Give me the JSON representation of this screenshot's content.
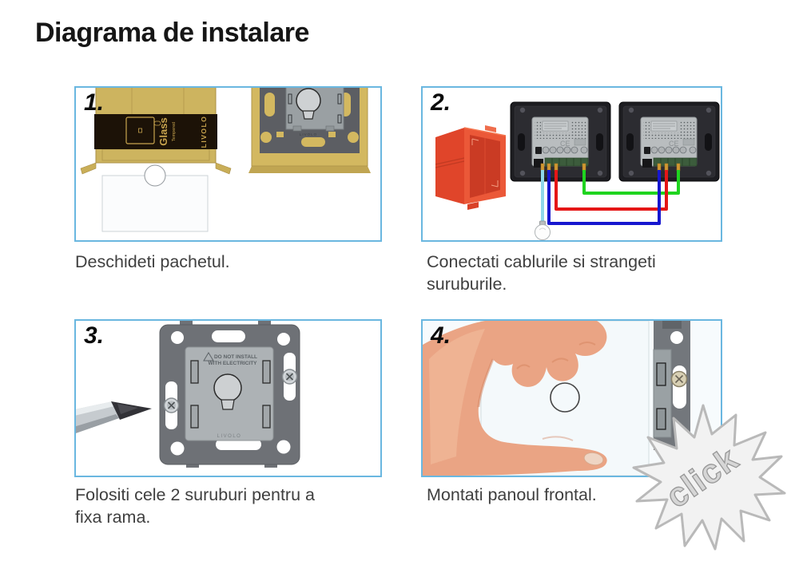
{
  "title": "Diagrama de instalare",
  "steps": [
    {
      "number": "1.",
      "caption": "Deschideti pachetul."
    },
    {
      "number": "2.",
      "caption": "Conectati cablurile si strangeti suruburile."
    },
    {
      "number": "3.",
      "caption": "Folositi cele 2 suruburi pentru a fixa rama."
    },
    {
      "number": "4.",
      "caption": "Montati panoul frontal."
    }
  ],
  "click_label": "click",
  "branding": {
    "band_line_small": "Tempered",
    "band_line_big": "Glass",
    "brand": "LIVOLO",
    "ce_mark": "CE"
  },
  "panel3_text": {
    "warning_line1": "DO NOT INSTALL",
    "warning_line2": "WITH ELECTRICITY",
    "brand": "LIVOLO"
  },
  "colors": {
    "panel_border": "#6ab7e0",
    "wire_cyan": "#8ed7ea",
    "wire_blue": "#1717cf",
    "wire_red": "#e51616",
    "wire_green": "#1fd41f",
    "junction_box_red": "#e0452a",
    "package_gold": "#cdb45f",
    "frame_gold": "#d3b860",
    "click_fill": "#f2f2f2",
    "click_stroke": "#b9b9b9"
  }
}
